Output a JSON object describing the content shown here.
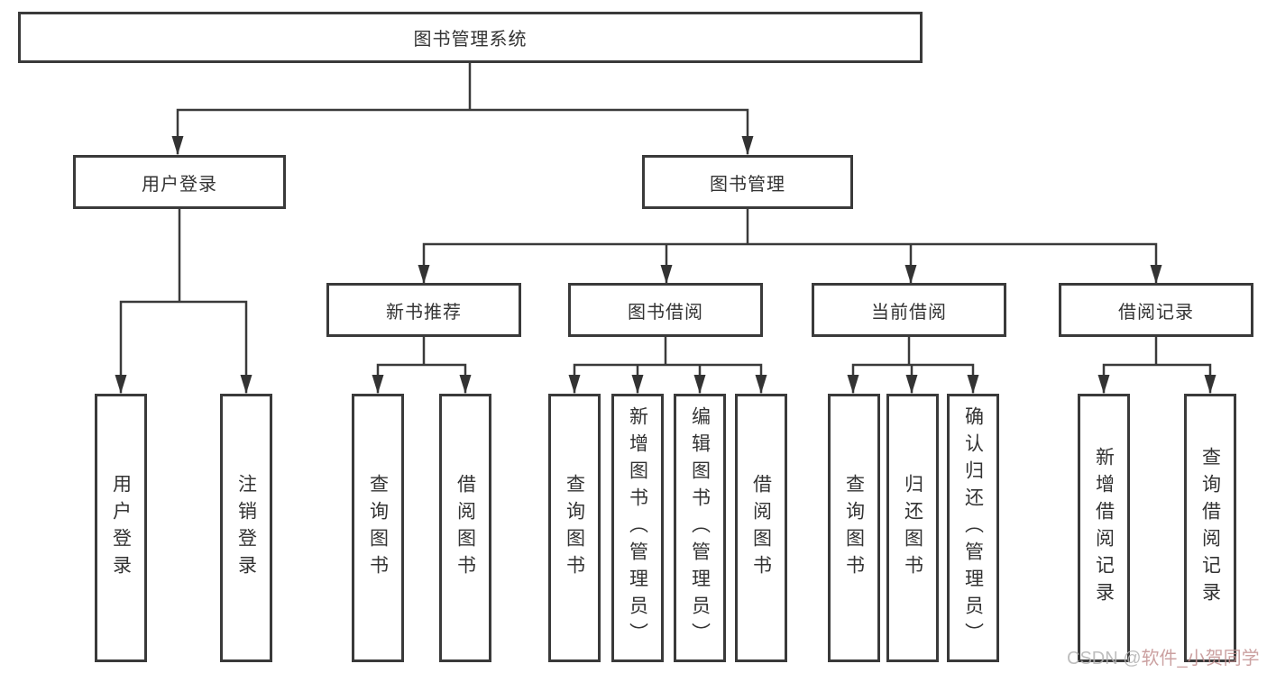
{
  "tree": {
    "root": "图书管理系统",
    "branches": [
      {
        "label": "用户登录",
        "children": [
          "用户登录",
          "注销登录"
        ]
      },
      {
        "label": "图书管理",
        "groups": [
          {
            "label": "新书推荐",
            "children": [
              "查询图书",
              "借阅图书"
            ]
          },
          {
            "label": "图书借阅",
            "children": [
              "查询图书",
              "新增图书（管理员）",
              "编辑图书（管理员）",
              "借阅图书"
            ]
          },
          {
            "label": "当前借阅",
            "children": [
              "查询图书",
              "归还图书",
              "确认归还（管理员）"
            ]
          },
          {
            "label": "借阅记录",
            "children": [
              "新增借阅记录",
              "查询借阅记录"
            ]
          }
        ]
      }
    ]
  },
  "watermark": {
    "prefix": "CSDN @",
    "name": "软件_小贺同学"
  },
  "colors": {
    "line": "#3a3a3a",
    "box_border": "#3a3a3a",
    "text": "#333333",
    "background": "#ffffff",
    "watermark_gray": "#b3b3b3",
    "watermark_red": "#c39191"
  }
}
